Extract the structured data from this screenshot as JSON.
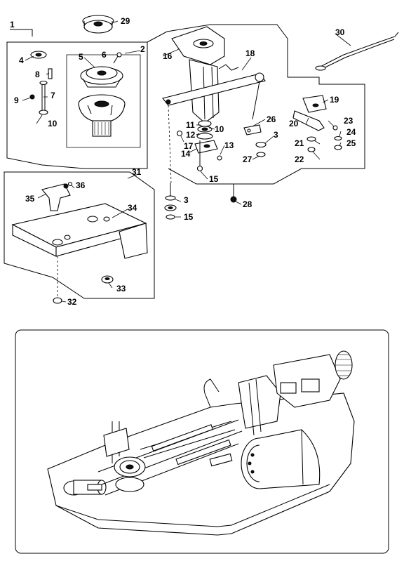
{
  "diagram": {
    "callouts": [
      "1",
      "2",
      "3",
      "3",
      "4",
      "5",
      "6",
      "7",
      "8",
      "9",
      "10",
      "10",
      "11",
      "12",
      "13",
      "14",
      "15",
      "15",
      "16",
      "17",
      "18",
      "19",
      "20",
      "21",
      "22",
      "23",
      "24",
      "25",
      "26",
      "27",
      "28",
      "29",
      "30",
      "31",
      "32",
      "33",
      "34",
      "35",
      "36"
    ],
    "icons": [
      "part-illustration",
      "machine-cutaway"
    ],
    "colors": {
      "ink": "#000000",
      "paper": "#ffffff"
    }
  }
}
